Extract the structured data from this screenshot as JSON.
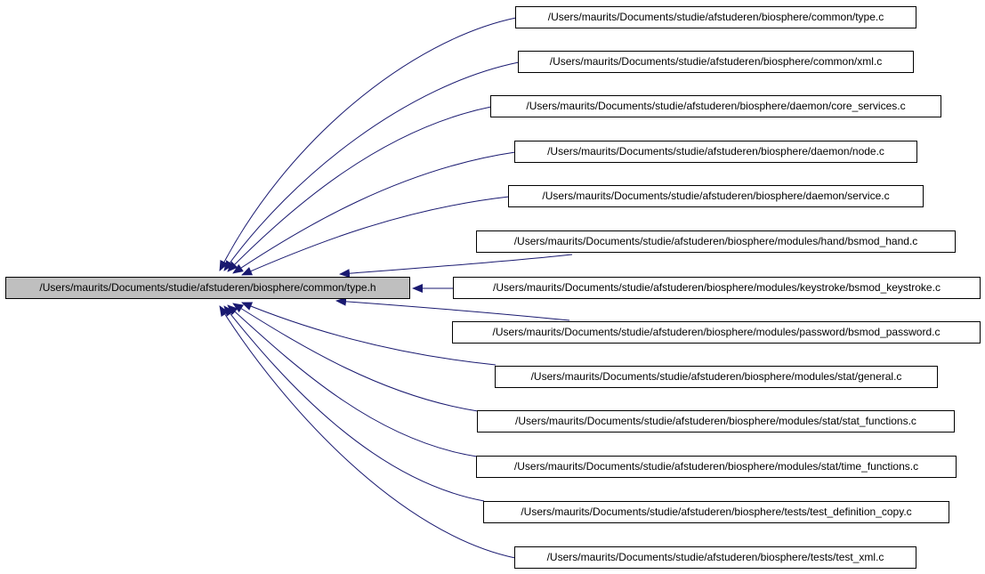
{
  "graph": {
    "root": {
      "label": "/Users/maurits/Documents/studie/afstuderen/biosphere/common/type.h"
    },
    "includers": [
      {
        "label": "/Users/maurits/Documents/studie/afstuderen/biosphere/common/type.c"
      },
      {
        "label": "/Users/maurits/Documents/studie/afstuderen/biosphere/common/xml.c"
      },
      {
        "label": "/Users/maurits/Documents/studie/afstuderen/biosphere/daemon/core_services.c"
      },
      {
        "label": "/Users/maurits/Documents/studie/afstuderen/biosphere/daemon/node.c"
      },
      {
        "label": "/Users/maurits/Documents/studie/afstuderen/biosphere/daemon/service.c"
      },
      {
        "label": "/Users/maurits/Documents/studie/afstuderen/biosphere/modules/hand/bsmod_hand.c"
      },
      {
        "label": "/Users/maurits/Documents/studie/afstuderen/biosphere/modules/keystroke/bsmod_keystroke.c"
      },
      {
        "label": "/Users/maurits/Documents/studie/afstuderen/biosphere/modules/password/bsmod_password.c"
      },
      {
        "label": "/Users/maurits/Documents/studie/afstuderen/biosphere/modules/stat/general.c"
      },
      {
        "label": "/Users/maurits/Documents/studie/afstuderen/biosphere/modules/stat/stat_functions.c"
      },
      {
        "label": "/Users/maurits/Documents/studie/afstuderen/biosphere/modules/stat/time_functions.c"
      },
      {
        "label": "/Users/maurits/Documents/studie/afstuderen/biosphere/tests/test_definition_copy.c"
      },
      {
        "label": "/Users/maurits/Documents/studie/afstuderen/biosphere/tests/test_xml.c"
      }
    ],
    "colors": {
      "edge": "#191970",
      "root_fill": "#bfbfbf",
      "node_fill": "#ffffff",
      "border": "#000000"
    }
  }
}
